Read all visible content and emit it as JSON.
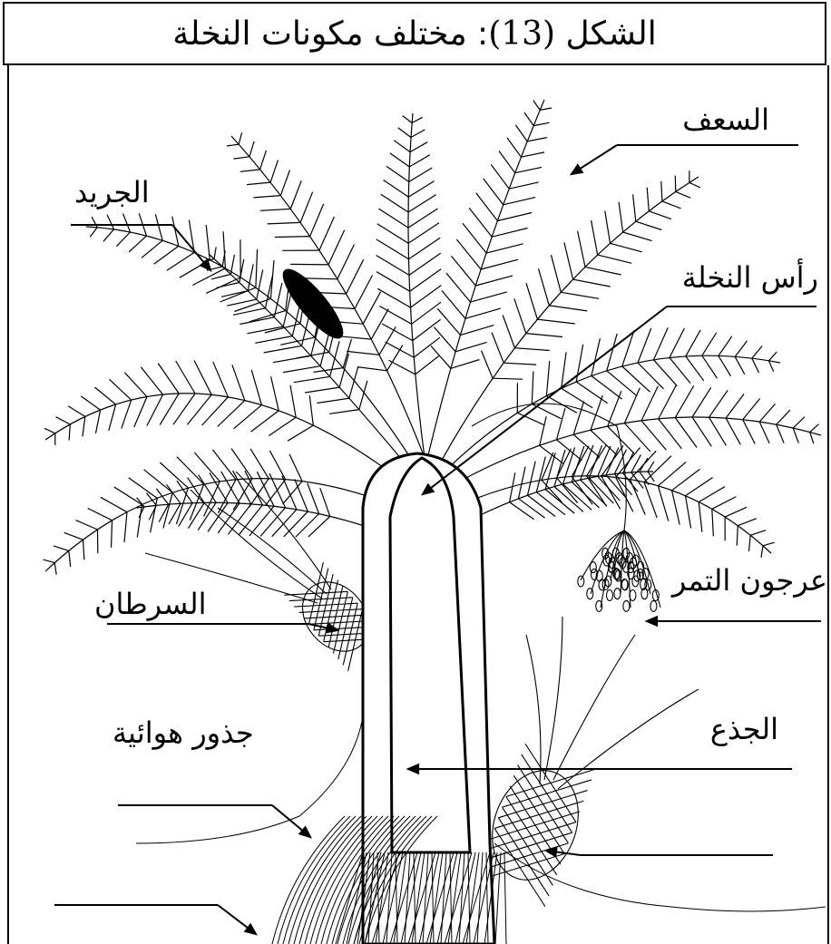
{
  "title": {
    "prefix": "الشكل ",
    "number": "(13)",
    "suffix": ": مختلف مكونات النخلة"
  },
  "labels": {
    "fronds_leaflets": "السعف",
    "fronds": "الجريد",
    "palm_head": "رأس النخلة",
    "date_bunch": "عرجون التمر",
    "crab": "السرطان",
    "trunk": "الجذع",
    "aerial_roots": "جذور هوائية"
  },
  "colors": {
    "ink": "#000000",
    "paper": "#ffffff"
  }
}
